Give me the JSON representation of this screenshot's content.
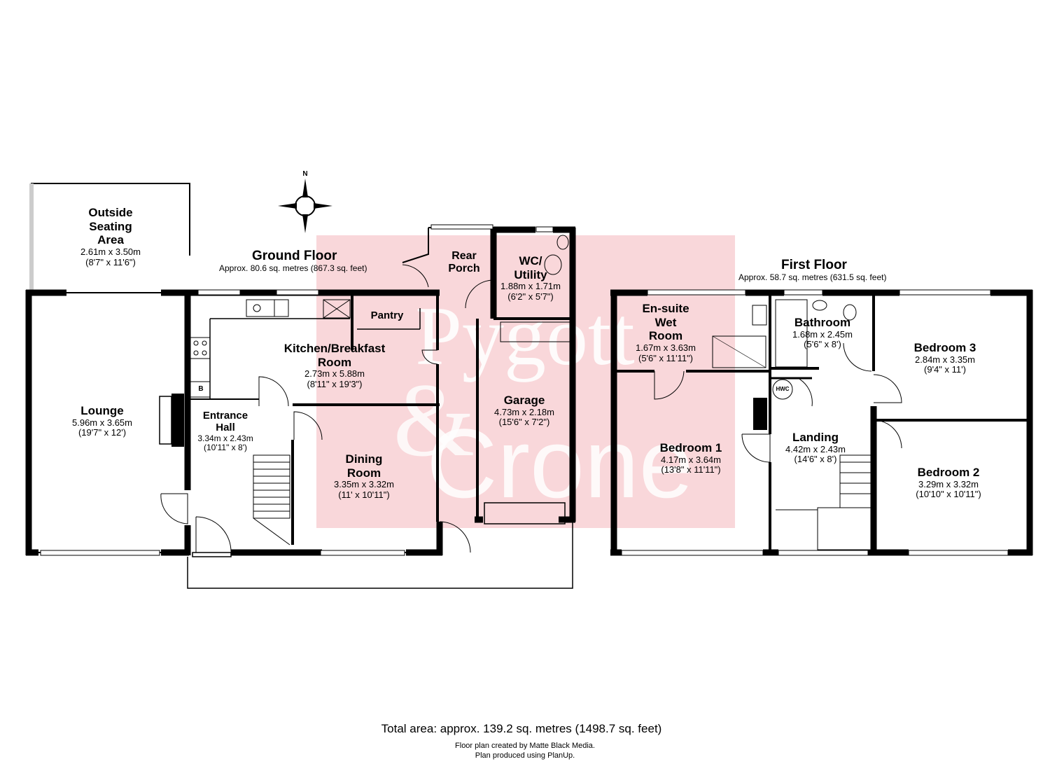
{
  "branding": {
    "watermark_lines": [
      "Pygott",
      "&",
      "Crone"
    ],
    "watermark_color": "#f4b8bf"
  },
  "compass": {
    "north_label": "N"
  },
  "ground_floor": {
    "title": "Ground Floor",
    "area": "Approx. 80.6 sq. metres (867.3 sq. feet)",
    "rooms": {
      "outside": {
        "name": [
          "Outside",
          "Seating",
          "Area"
        ],
        "metric": "2.61m x 3.50m",
        "imperial": "(8'7\" x 11'6\")"
      },
      "lounge": {
        "name": [
          "Lounge"
        ],
        "metric": "5.96m x 3.65m",
        "imperial": "(19'7\" x 12')"
      },
      "hall": {
        "name": [
          "Entrance",
          "Hall"
        ],
        "metric": "3.34m x 2.43m",
        "imperial": "(10'11\" x 8')"
      },
      "kitchen": {
        "name": [
          "Kitchen/Breakfast",
          "Room"
        ],
        "metric": "2.73m x 5.88m",
        "imperial": "(8'11\" x 19'3\")"
      },
      "pantry": {
        "name": [
          "Pantry"
        ]
      },
      "dining": {
        "name": [
          "Dining",
          "Room"
        ],
        "metric": "3.35m x 3.32m",
        "imperial": "(11' x 10'11\")"
      },
      "porch": {
        "name": [
          "Rear",
          "Porch"
        ]
      },
      "wc": {
        "name": [
          "WC/",
          "Utility"
        ],
        "metric": "1.88m x 1.71m",
        "imperial": "(6'2\" x 5'7\")"
      },
      "garage": {
        "name": [
          "Garage"
        ],
        "metric": "4.73m x 2.18m",
        "imperial": "(15'6\" x 7'2\")"
      }
    },
    "boiler_label": "B"
  },
  "first_floor": {
    "title": "First Floor",
    "area": "Approx. 58.7 sq. metres (631.5 sq. feet)",
    "rooms": {
      "ensuite": {
        "name": [
          "En-suite",
          "Wet",
          "Room"
        ],
        "metric": "1.67m x 3.63m",
        "imperial": "(5'6\" x 11'11\")"
      },
      "bathroom": {
        "name": [
          "Bathroom"
        ],
        "metric": "1.68m x 2.45m",
        "imperial": "(5'6\" x 8')"
      },
      "bed3": {
        "name": [
          "Bedroom 3"
        ],
        "metric": "2.84m x 3.35m",
        "imperial": "(9'4\" x 11')"
      },
      "bed1": {
        "name": [
          "Bedroom 1"
        ],
        "metric": "4.17m x 3.64m",
        "imperial": "(13'8\" x 11'11\")"
      },
      "landing": {
        "name": [
          "Landing"
        ],
        "metric": "4.42m x 2.43m",
        "imperial": "(14'6\" x 8')"
      },
      "bed2": {
        "name": [
          "Bedroom 2"
        ],
        "metric": "3.29m x 3.32m",
        "imperial": "(10'10\" x 10'11\")"
      }
    },
    "hwc_label": "HWC"
  },
  "footer": {
    "total": "Total area: approx. 139.2 sq. metres (1498.7 sq. feet)",
    "credit1": "Floor plan created by Matte Black Media.",
    "credit2": "Plan produced using PlanUp."
  }
}
